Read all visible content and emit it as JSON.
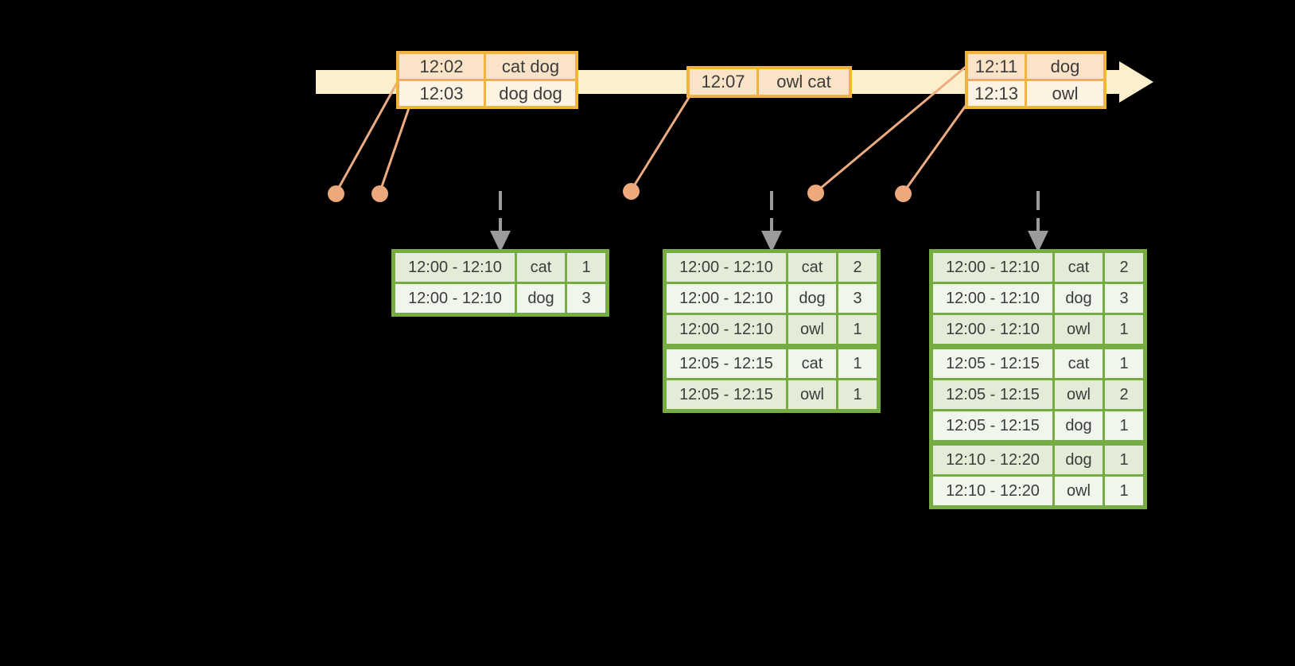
{
  "colors": {
    "background": "#000000",
    "timeline_band": "#FBEFCC",
    "event_border": "#F0B341",
    "event_cell_peach": "#FAE3C6",
    "event_cell_cream": "#FDF3E2",
    "connector_orange": "#EDAB82",
    "dot_orange": "#EDA87C",
    "result_border": "#76AC41",
    "result_cell_dark": "#E2ECD6",
    "result_cell_light": "#F1F6EC",
    "trigger_arrow_gray": "#9B9B9B",
    "text_dark": "#3C3C3C"
  },
  "timeline": {
    "direction": "left-to-right",
    "arrowhead_icon": "right-arrowhead"
  },
  "event_tables": [
    {
      "rows": [
        {
          "time": "12:02",
          "words": "cat dog"
        },
        {
          "time": "12:03",
          "words": "dog dog"
        }
      ]
    },
    {
      "rows": [
        {
          "time": "12:07",
          "words": "owl cat"
        }
      ]
    },
    {
      "rows": [
        {
          "time": "12:11",
          "words": "dog"
        },
        {
          "time": "12:13",
          "words": "owl"
        }
      ]
    }
  ],
  "result_tables": [
    {
      "rows": [
        {
          "window": "12:00 - 12:10",
          "word": "cat",
          "count": "1"
        },
        {
          "window": "12:00 - 12:10",
          "word": "dog",
          "count": "3"
        }
      ]
    },
    {
      "rows": [
        {
          "window": "12:00 - 12:10",
          "word": "cat",
          "count": "2"
        },
        {
          "window": "12:00 - 12:10",
          "word": "dog",
          "count": "3"
        },
        {
          "window": "12:00 - 12:10",
          "word": "owl",
          "count": "1"
        },
        {
          "window": "12:05 - 12:15",
          "word": "cat",
          "count": "1"
        },
        {
          "window": "12:05 - 12:15",
          "word": "owl",
          "count": "1"
        }
      ]
    },
    {
      "rows": [
        {
          "window": "12:00 - 12:10",
          "word": "cat",
          "count": "2"
        },
        {
          "window": "12:00 - 12:10",
          "word": "dog",
          "count": "3"
        },
        {
          "window": "12:00 - 12:10",
          "word": "owl",
          "count": "1"
        },
        {
          "window": "12:05 - 12:15",
          "word": "cat",
          "count": "1"
        },
        {
          "window": "12:05 - 12:15",
          "word": "owl",
          "count": "2"
        },
        {
          "window": "12:05 - 12:15",
          "word": "dog",
          "count": "1"
        },
        {
          "window": "12:10 - 12:20",
          "word": "dog",
          "count": "1"
        },
        {
          "window": "12:10 - 12:20",
          "word": "owl",
          "count": "1"
        }
      ]
    }
  ]
}
